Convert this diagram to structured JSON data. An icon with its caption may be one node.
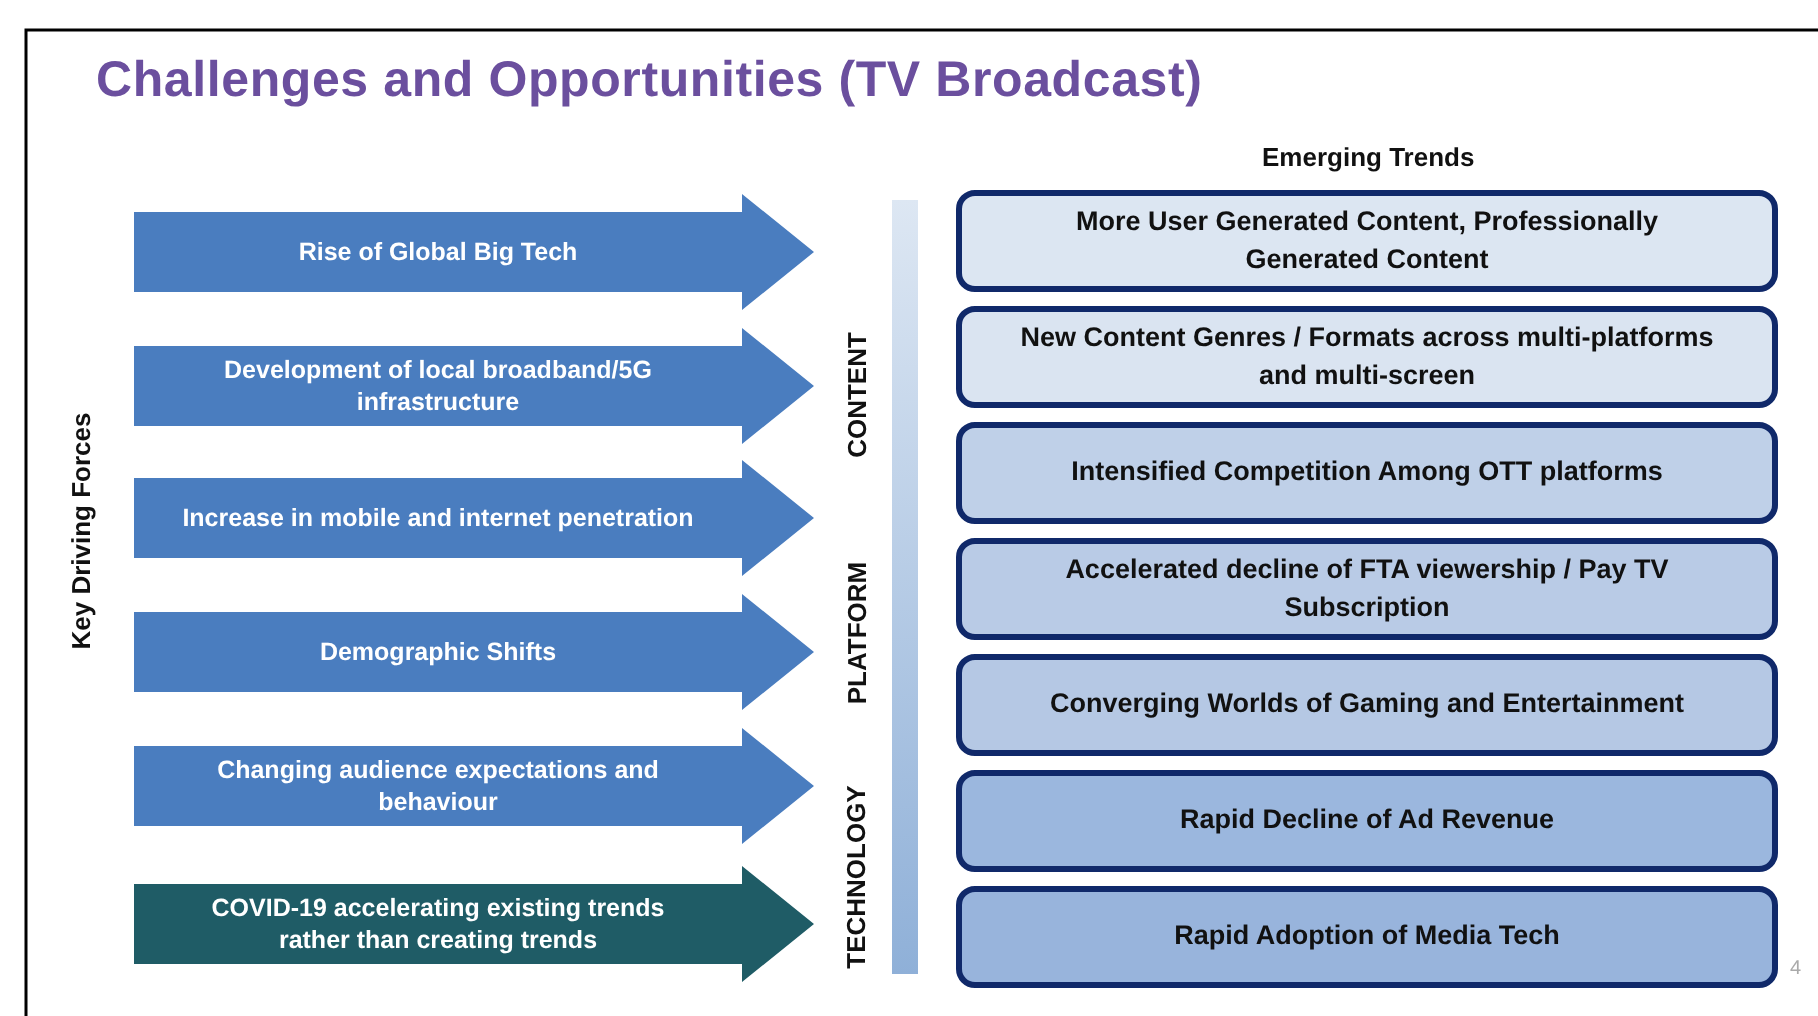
{
  "diagram": {
    "title": "Challenges and Opportunities (TV Broadcast)",
    "nodes": [
      {
        "text": [
          "Rise of Global Big Tech"
        ]
      },
      {
        "text": [
          "Development of local broadband/5G infrastructure"
        ]
      },
      {
        "text": [
          "Increase in mobile and internet penetration"
        ]
      },
      {
        "text": [
          "Demographic Shifts"
        ]
      },
      {
        "text": [
          "Changing audience expectations and behaviour"
        ]
      },
      {
        "text": [
          "COVID-19 accelerating existing trends rather than creating trends"
        ]
      },
      {
        "text": [
          "More User Generated Content, Professionally Generated Content"
        ]
      },
      {
        "text": [
          "New Content Genres / Formats across multi-platforms and multi-screen"
        ]
      },
      {
        "text": [
          "Intensified Competition Among OTT platforms"
        ]
      },
      {
        "text": [
          "Accelerated decline of FTA viewership / Pay TV Subscription"
        ]
      },
      {
        "text": [
          "Converging Worlds of Gaming and Entertainment"
        ]
      },
      {
        "text": [
          "Rapid Decline of Ad Revenue"
        ]
      },
      {
        "text": [
          "Rapid Adoption of Media Tech"
        ]
      }
    ],
    "labels": [
      "Emerging Trends",
      "Key Driving Forces",
      "CONTENT",
      "PLATFORM",
      "TECHNOLOGY",
      "4"
    ]
  }
}
